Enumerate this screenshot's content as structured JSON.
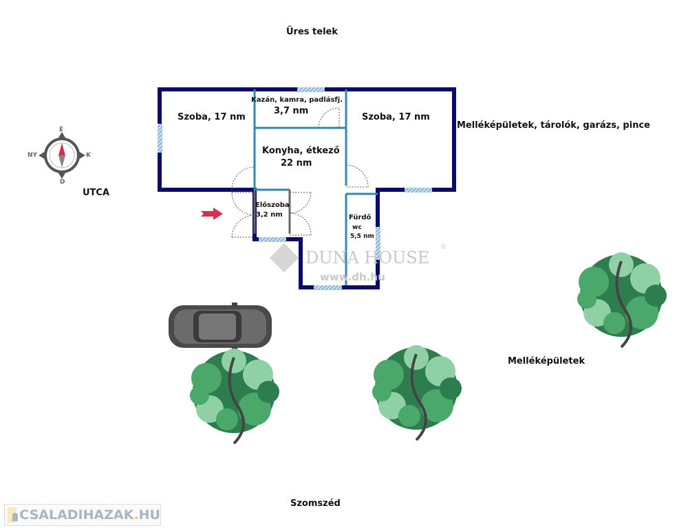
{
  "labels": {
    "top": "Üres telek",
    "bottom": "Szomszéd",
    "street": "UTCA",
    "outbuildings_right": "Melléképületek, tárolók, garázs, pince",
    "outbuildings": "Melléképületek"
  },
  "rooms": [
    {
      "name": "Szoba, 17 nm"
    },
    {
      "name": "Kazán, kamra, padlásfj.",
      "area": "3,7 nm"
    },
    {
      "name": "Szoba, 17 nm"
    },
    {
      "name": "Konyha, étkező",
      "area": "22 nm"
    },
    {
      "name": "Előszoba",
      "area": "3,2 nm"
    },
    {
      "name": "Fürdő",
      "sub": "wc",
      "area": "5,5 nm"
    }
  ],
  "compass": {
    "n": "É",
    "s": "D",
    "w": "NY",
    "e": "K"
  },
  "watermark": {
    "brand": "DUNA HOUSE",
    "reg": "®",
    "url": "www.dh.hu"
  },
  "logo": {
    "text": "CSALADIHAZAK",
    "dot": ".",
    "tld": "HU"
  },
  "colors": {
    "outer_wall": "#0b0b6b",
    "inner_wall": "#2b8bb3",
    "window": "#9fc4dc",
    "arrow": "#d0314f",
    "tree_dark": "#2e7d4f",
    "tree_mid": "#4aa86a",
    "tree_light": "#8fd0a4"
  }
}
